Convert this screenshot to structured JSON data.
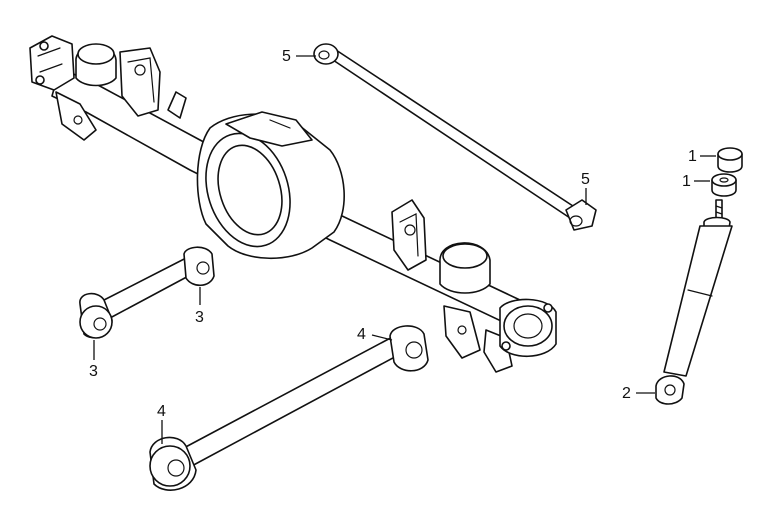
{
  "callouts": {
    "label_1": "1",
    "label_2": "2",
    "label_3": "3",
    "label_4": "4",
    "label_5": "5"
  },
  "colors": {
    "line": "#111111",
    "background": "#ffffff"
  }
}
